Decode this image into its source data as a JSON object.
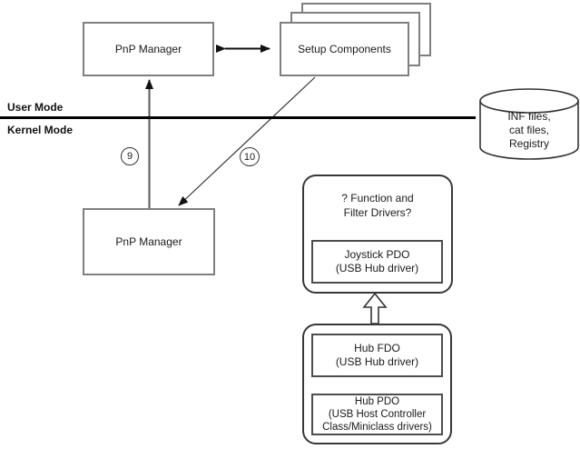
{
  "modes": {
    "user_mode_label": "User Mode",
    "kernel_mode_label": "Kernel Mode"
  },
  "boxes": {
    "pnp_manager_user": "PnP Manager",
    "setup_components": "Setup Components",
    "pnp_manager_kernel": "PnP Manager",
    "function_filter_question": "? Function and\nFilter Drivers?",
    "joystick_pdo": "Joystick PDO\n(USB Hub driver)",
    "hub_fdo": "Hub FDO\n(USB Hub driver)",
    "hub_pdo": "Hub PDO\n(USB Host Controller\nClass/Miniclass drivers)"
  },
  "datastore": {
    "label": "INF files,\ncat files,\nRegistry"
  },
  "steps": {
    "nine": "9",
    "ten": "10"
  },
  "colors": {
    "background": "#ffffff",
    "rect_border": "#7f7f7f",
    "rounded_border": "#383838",
    "inner_border": "#4d4d4d",
    "line": "#000000",
    "text": "#1a1a1a"
  }
}
